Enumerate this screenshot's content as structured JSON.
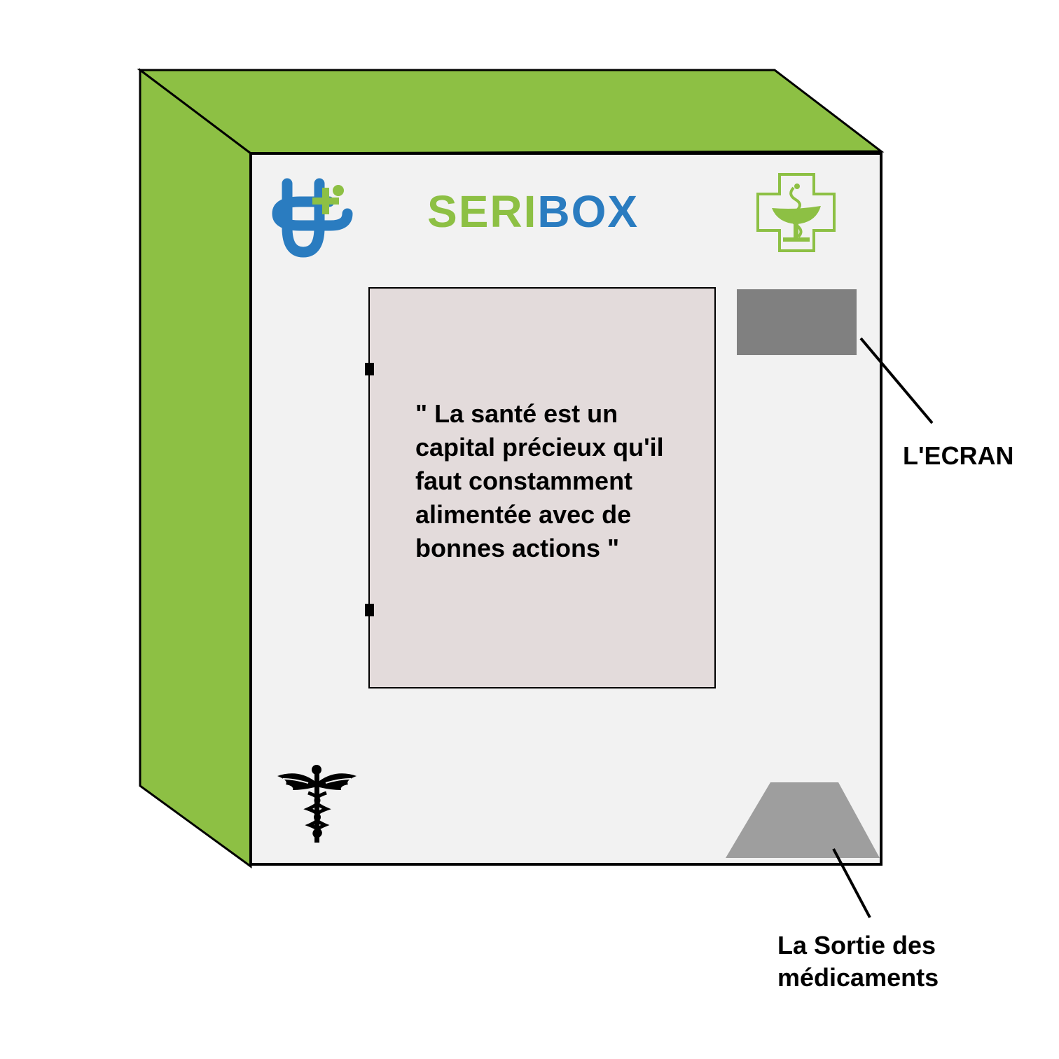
{
  "brand": {
    "part1": "SERI",
    "part2": "BOX",
    "color_part1": "#8dc044",
    "color_part2": "#2a7cc0"
  },
  "colors": {
    "box_side": "#8dc044",
    "box_front": "#f2f2f2",
    "door_panel": "#e3dbdb",
    "screen": "#808080",
    "outlet": "#9e9e9e",
    "outline": "#000000",
    "logo_blue": "#2a7cc0",
    "logo_green": "#8dc044"
  },
  "icons": {
    "logo": "medical-logo-icon",
    "pharmacy": "pharmacy-cross-icon",
    "caduceus": "caduceus-icon"
  },
  "quote": {
    "lines": [
      "\"  La santé est un",
      "capital précieux qu'il",
      "faut constamment",
      "alimentée avec de",
      "bonnes actions  \""
    ]
  },
  "callouts": {
    "screen": "L'ECRAN",
    "outlet_line1": "La Sortie des",
    "outlet_line2": "médicaments"
  }
}
